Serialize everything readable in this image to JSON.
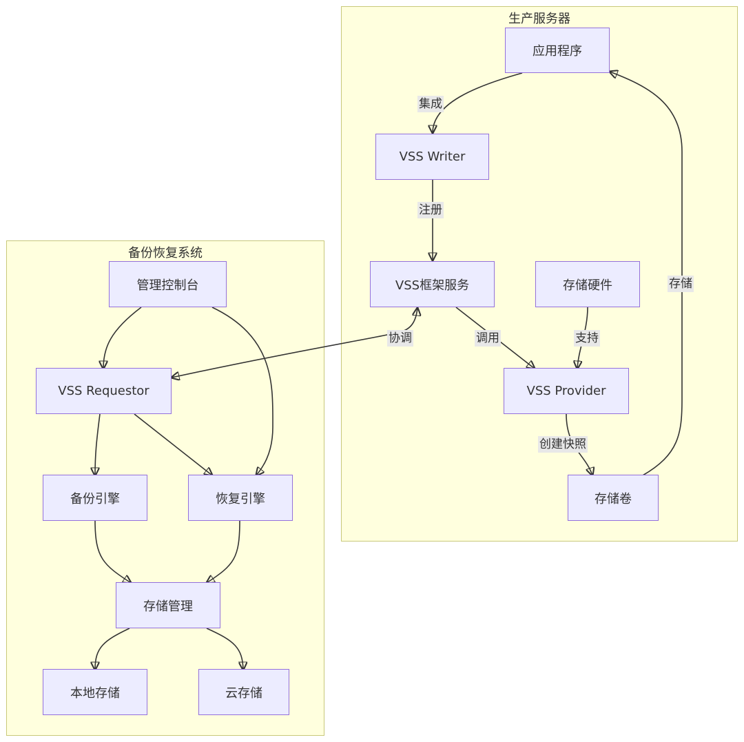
{
  "clusters": {
    "production": {
      "title": "生产服务器"
    },
    "backup": {
      "title": "备份恢复系统"
    }
  },
  "nodes": {
    "app": "应用程序",
    "writer": "VSS Writer",
    "framework": "VSS框架服务",
    "hardware": "存储硬件",
    "provider": "VSS Provider",
    "volume": "存储卷",
    "console": "管理控制台",
    "requestor": "VSS Requestor",
    "backup_engine": "备份引擎",
    "restore_engine": "恢复引擎",
    "storage_mgmt": "存储管理",
    "local_storage": "本地存储",
    "cloud_storage": "云存储"
  },
  "edges": {
    "integrate": "集成",
    "register": "注册",
    "coordinate": "协调",
    "invoke": "调用",
    "support": "支持",
    "snapshot": "创建快照",
    "store": "存储"
  },
  "colors": {
    "cluster_fill": "#ffffde",
    "cluster_border": "#c8c87a",
    "node_fill": "#ececff",
    "node_border": "#9370db",
    "edge": "#333333",
    "label_bg": "#e8e8e8"
  }
}
